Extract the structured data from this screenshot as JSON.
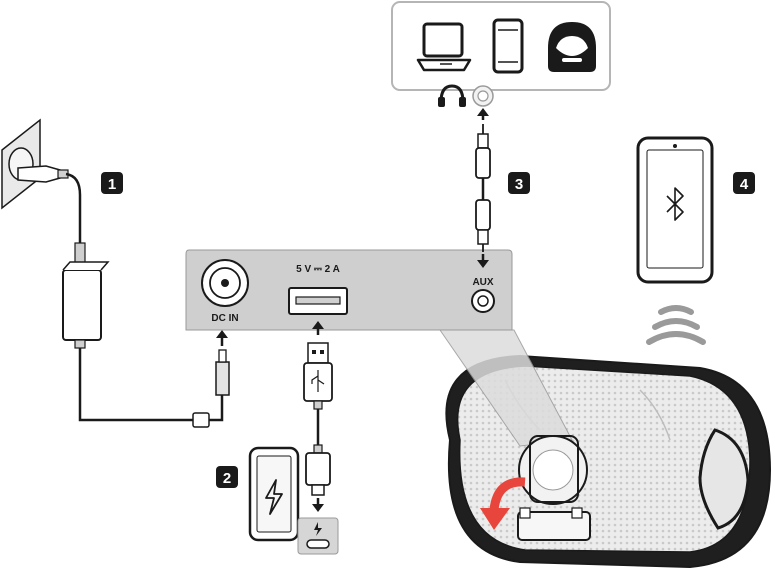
{
  "panel": {
    "dc_in_label": "DC IN",
    "usb_rating_label": "5 V ⎓ 2 A",
    "aux_label": "AUX"
  },
  "steps": [
    {
      "number": "1"
    },
    {
      "number": "2"
    },
    {
      "number": "3"
    },
    {
      "number": "4"
    }
  ],
  "devices": {
    "source_icons": [
      "laptop-icon",
      "smartphone-icon",
      "speaker-icon"
    ],
    "jack_icons": [
      "headphones-icon",
      "audio-jack-icon"
    ]
  },
  "colors": {
    "outline": "#1a1a1a",
    "panel_gray": "#cfcfcf",
    "box_border": "#b5b5b5",
    "arrow_red": "#e8453c",
    "wireless_gray": "#9a9a9a"
  }
}
